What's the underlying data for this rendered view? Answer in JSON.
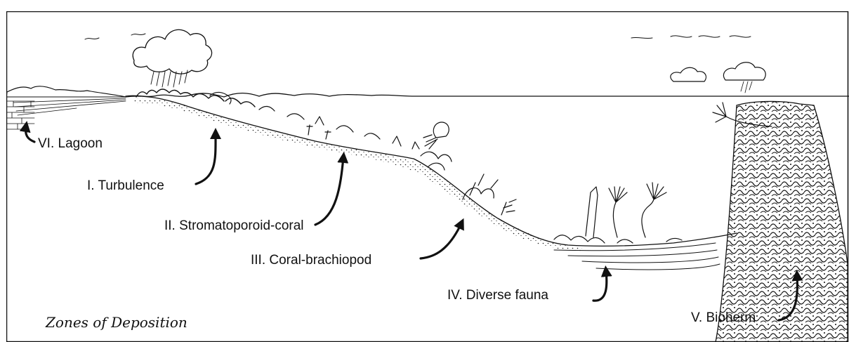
{
  "caption": "Zones of Deposition",
  "zones": {
    "lagoon": "VI. Lagoon",
    "turbulence": "I. Turbulence",
    "stromatoporoid_coral": "II. Stromatoporoid-coral",
    "coral_brachiopod": "III. Coral-brachiopod",
    "diverse_fauna": "IV. Diverse fauna",
    "bioherm": "V. Bioherm"
  }
}
